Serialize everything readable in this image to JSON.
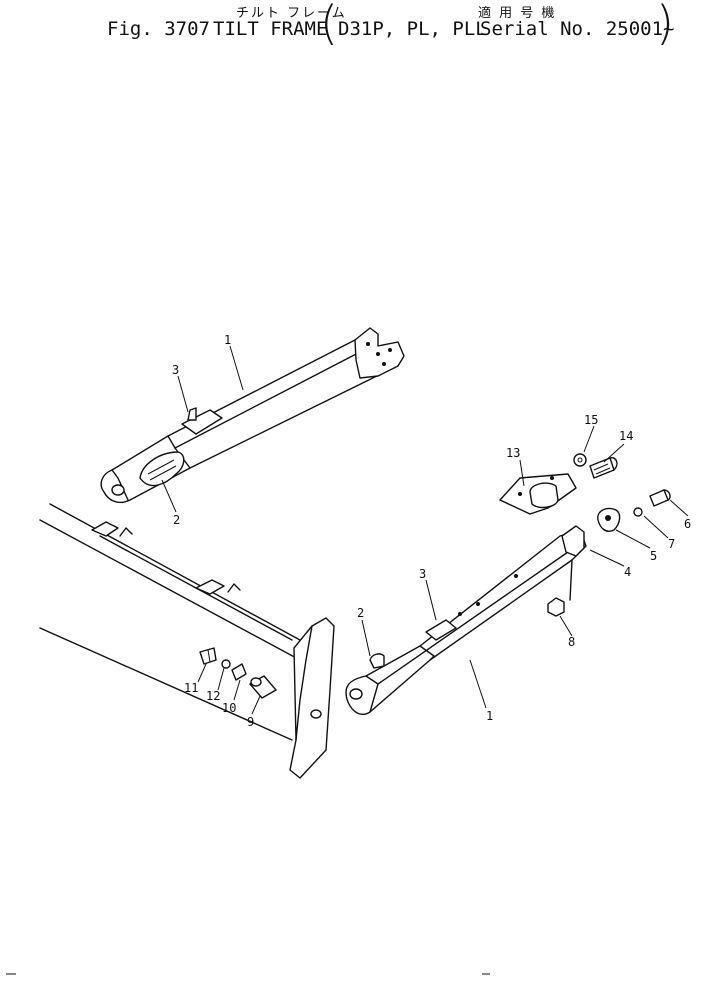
{
  "header": {
    "jp_title": "チルト フレーム",
    "jp_serial_note": "適 用 号 機",
    "fig": "Fig. 3707",
    "title": "TILT FRAME",
    "models": "D31P, PL, PLL",
    "serial": "Serial No. 25001~"
  },
  "callouts": [
    "1",
    "2",
    "3",
    "1",
    "2",
    "3",
    "4",
    "5",
    "6",
    "7",
    "8",
    "9",
    "10",
    "11",
    "12",
    "13",
    "14",
    "15"
  ]
}
